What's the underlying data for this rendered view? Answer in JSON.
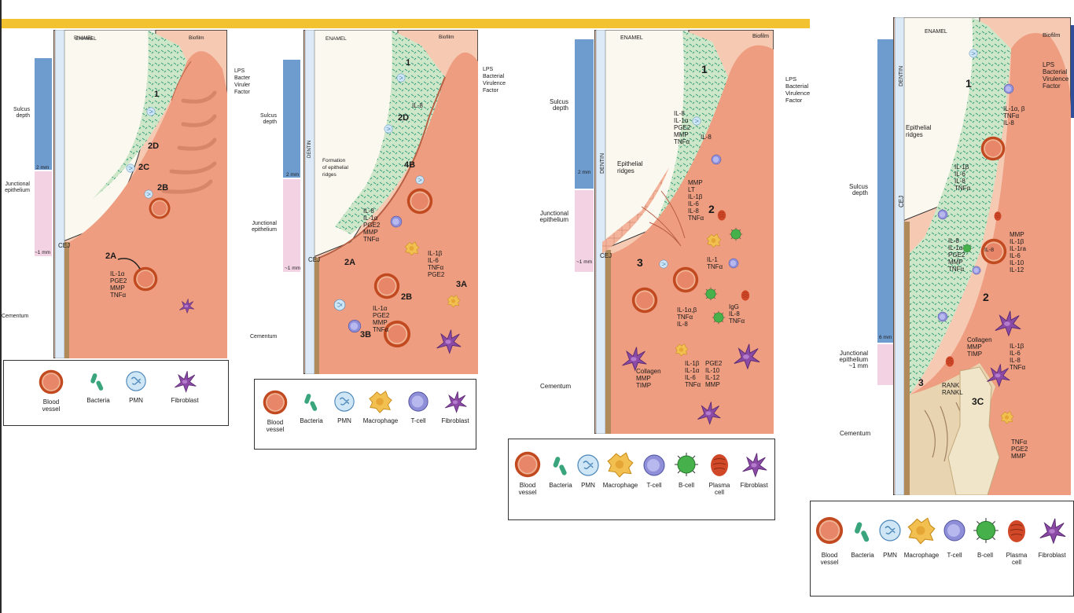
{
  "labels": {
    "enamel": "ENAMEL",
    "dentin": "DENTIN",
    "biofilm": "Biofilm",
    "sulcus_depth": "Sulcus\ndepth",
    "junctional_epithelium": "Junctional\nepithelium",
    "junctional_epithelium_1mm": "Junctional\nepithelium\n~1 mm",
    "cementum": "Cementum",
    "cej": "CEJ",
    "two_mm": "2 mm",
    "one_mm": "~1 mm",
    "six_mm": "6 mm",
    "epithelial_ridges": "Epithelial\nridges",
    "formation_ridges": "Formation\nof epithelial\nridges",
    "lps_short": "LPS\nBacter\nViruler\nFactor",
    "lps_full": "LPS\nBacterial\nVirulence\nFactor"
  },
  "panel1": {
    "marks": [
      "1",
      "2D",
      "2C",
      "2B",
      "2A"
    ],
    "cytokines": "IL-1α\nPGE2\nMMP\nTNFα"
  },
  "panel2": {
    "marks": [
      "1",
      "2D",
      "4B",
      "2A",
      "2B",
      "3A",
      "3B"
    ],
    "cyto_il8": "IL-8",
    "cyto_a": "IL-8\nIL-1α\nPGE2\nMMP\nTNFα",
    "cyto_b": "IL-1β\nIL-6\nTNFα\nPGE2",
    "cyto_c": "IL-1α\nPGE2\nMMP\nTNFα"
  },
  "panel3": {
    "marks": [
      "1",
      "2",
      "3"
    ],
    "cyto_a": "IL-8\nIL-1α\nPGE2\nMMP\nTNFα",
    "cyto_il8": "IL-8",
    "cyto_b": "MMP\nLT\nIL-1β\nIL-6\nIL-8\nTNFα",
    "cyto_c": "IL-1\nTNFα",
    "cyto_d": "IL-1α,β\nTNFα\nIL-8",
    "cyto_e": "IgG\nIL-8\nTNFα",
    "cyto_f": "Collagen\nMMP\nTIMP",
    "cyto_g": "IL-1β\nIL-1α\nIL-6\nTNFα",
    "cyto_h": "PGE2\nIL-10\nIL-12\nMMP"
  },
  "panel4": {
    "marks": [
      "1",
      "2",
      "3",
      "3C"
    ],
    "cyto_a": "IL-1α, β\nTNFα\nIL-8",
    "cyto_b": "IL-1β\nIL-6\nIL-8\nTNFα",
    "cyto_c": "IL-8\nIL-1α\nPGE2\nMMP\nTNFα",
    "cyto_il8": "IL-8",
    "cyto_d": "MMP\nIL-1β\nIL-1ra\nIL-6\nIL-10\nIL-12",
    "cyto_e": "Collagen\nMMP\nTIMP",
    "cyto_f": "IL-1β\nIL-6\nIL-8\nTNFα",
    "cyto_g": "RANK\nRANKL",
    "cyto_h": "TNFα\nPGE2\nMMP"
  },
  "legend1": [
    "Blood\nvessel",
    "Bacteria",
    "PMN",
    "Fibroblast"
  ],
  "legend2": [
    "Blood\nvessel",
    "Bacteria",
    "PMN",
    "Macrophage",
    "T-cell",
    "Fibroblast"
  ],
  "legend3": [
    "Blood\nvessel",
    "Bacteria",
    "PMN",
    "Macrophage",
    "T-cell",
    "B-cell",
    "Plasma\ncell",
    "Fibroblast"
  ],
  "legend4": [
    "Blood\nvessel",
    "Bacteria",
    "PMN",
    "Macrophage",
    "T-cell",
    "B-cell",
    "Plasma\ncell",
    "Fibroblast"
  ],
  "colors": {
    "topbar": "#f2c230",
    "tissue": "#ee9d80",
    "tissue_light": "#f6c9b3",
    "enamel": "#fbf8ef",
    "biofilm": "#cfe7c9",
    "ruler_blue": "#6f9ccf",
    "ruler_pink": "#f2d2e3",
    "blood_vessel": "#c24a21",
    "bacteria": "#3aa57c",
    "pmn": "#9cc9ea",
    "macrophage": "#f2c050",
    "tcell": "#8e8fd8",
    "bcell": "#46b04a",
    "plasma": "#d04828",
    "fibroblast": "#8a4aa6"
  }
}
